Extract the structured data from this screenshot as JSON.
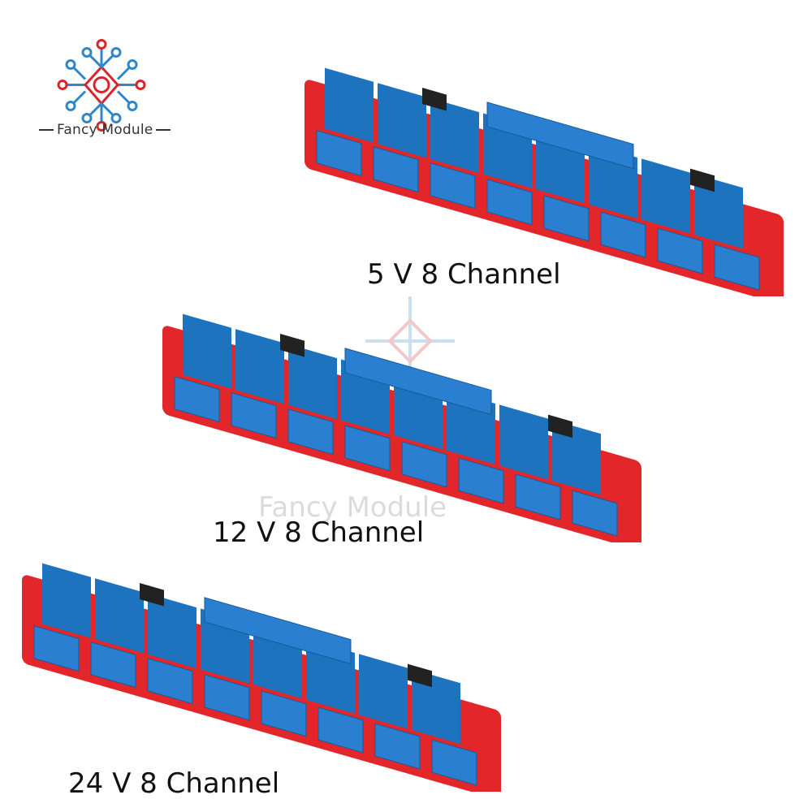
{
  "brand": {
    "name": "Fancy Module",
    "watermark_text": "Fancy Module"
  },
  "products": [
    {
      "caption": "5 V 8 Channel"
    },
    {
      "caption": "12 V 8 Channel"
    },
    {
      "caption": "24 V 8 Channel"
    }
  ],
  "colors": {
    "pcb_red": "#e3262a",
    "relay_blue": "#1e73be",
    "terminal_blue": "#2b7fd0",
    "logo_red": "#d7262b",
    "logo_blue": "#2f86c8"
  },
  "relay_count_per_board": 8
}
